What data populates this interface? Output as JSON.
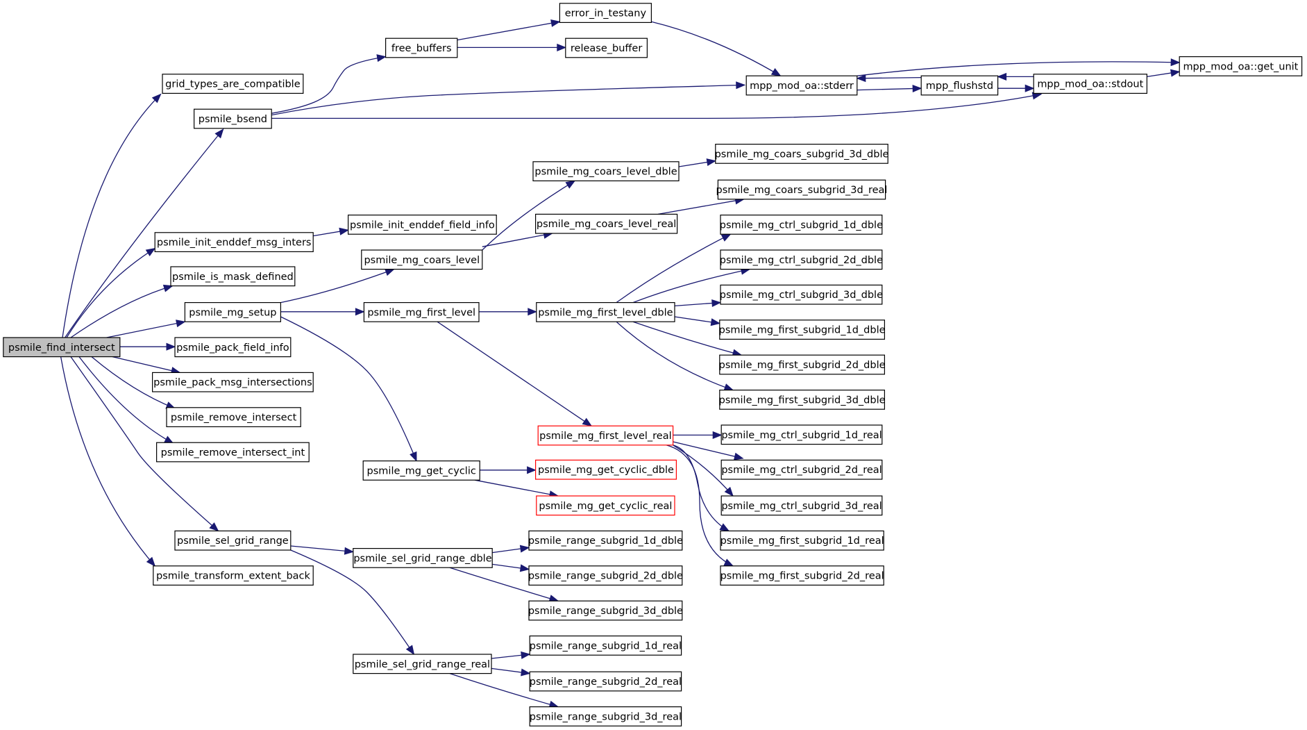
{
  "graph": {
    "colors": {
      "edge": "#191970",
      "root_fill": "#bfbfbf",
      "border": "#000000",
      "unresolved_border": "#ff0000",
      "background": "#ffffff"
    },
    "nodes": {
      "find_intersect": {
        "label": "psmile_find_intersect",
        "root": true
      },
      "grid_types": {
        "label": "grid_types_are_compatible"
      },
      "bsend": {
        "label": "psmile_bsend"
      },
      "free_buffers": {
        "label": "free_buffers"
      },
      "error_in_testany": {
        "label": "error_in_testany"
      },
      "release_buffer": {
        "label": "release_buffer"
      },
      "stderr": {
        "label": "mpp_mod_oa::stderr"
      },
      "flushstd": {
        "label": "mpp_flushstd"
      },
      "stdout": {
        "label": "mpp_mod_oa::stdout"
      },
      "get_unit": {
        "label": "mpp_mod_oa::get_unit"
      },
      "init_enddef_msg": {
        "label": "psmile_init_enddef_msg_inters"
      },
      "init_enddef_field": {
        "label": "psmile_init_enddef_field_info"
      },
      "is_mask_defined": {
        "label": "psmile_is_mask_defined"
      },
      "mg_setup": {
        "label": "psmile_mg_setup"
      },
      "pack_field_info": {
        "label": "psmile_pack_field_info"
      },
      "pack_msg_inter": {
        "label": "psmile_pack_msg_intersections"
      },
      "remove_intersect": {
        "label": "psmile_remove_intersect"
      },
      "remove_intersect_int": {
        "label": "psmile_remove_intersect_int"
      },
      "sel_grid_range": {
        "label": "psmile_sel_grid_range"
      },
      "transform_extent_back": {
        "label": "psmile_transform_extent_back"
      },
      "mg_coars_level": {
        "label": "psmile_mg_coars_level"
      },
      "mg_coars_level_dble": {
        "label": "psmile_mg_coars_level_dble"
      },
      "mg_coars_level_real": {
        "label": "psmile_mg_coars_level_real"
      },
      "mg_coars_subgrid_3d_dble": {
        "label": "psmile_mg_coars_subgrid_3d_dble"
      },
      "mg_coars_subgrid_3d_real": {
        "label": "psmile_mg_coars_subgrid_3d_real"
      },
      "mg_first_level": {
        "label": "psmile_mg_first_level"
      },
      "mg_first_level_dble": {
        "label": "psmile_mg_first_level_dble"
      },
      "mg_first_level_real": {
        "label": "psmile_mg_first_level_real",
        "unresolved": true
      },
      "mg_ctrl_subgrid_1d_dble": {
        "label": "psmile_mg_ctrl_subgrid_1d_dble"
      },
      "mg_ctrl_subgrid_2d_dble": {
        "label": "psmile_mg_ctrl_subgrid_2d_dble"
      },
      "mg_ctrl_subgrid_3d_dble": {
        "label": "psmile_mg_ctrl_subgrid_3d_dble"
      },
      "mg_first_subgrid_1d_dble": {
        "label": "psmile_mg_first_subgrid_1d_dble"
      },
      "mg_first_subgrid_2d_dble": {
        "label": "psmile_mg_first_subgrid_2d_dble"
      },
      "mg_first_subgrid_3d_dble": {
        "label": "psmile_mg_first_subgrid_3d_dble"
      },
      "mg_ctrl_subgrid_1d_real": {
        "label": "psmile_mg_ctrl_subgrid_1d_real"
      },
      "mg_ctrl_subgrid_2d_real": {
        "label": "psmile_mg_ctrl_subgrid_2d_real"
      },
      "mg_ctrl_subgrid_3d_real": {
        "label": "psmile_mg_ctrl_subgrid_3d_real"
      },
      "mg_first_subgrid_1d_real": {
        "label": "psmile_mg_first_subgrid_1d_real"
      },
      "mg_first_subgrid_2d_real": {
        "label": "psmile_mg_first_subgrid_2d_real"
      },
      "mg_get_cyclic": {
        "label": "psmile_mg_get_cyclic"
      },
      "mg_get_cyclic_dble": {
        "label": "psmile_mg_get_cyclic_dble",
        "unresolved": true
      },
      "mg_get_cyclic_real": {
        "label": "psmile_mg_get_cyclic_real",
        "unresolved": true
      },
      "sel_grid_range_dble": {
        "label": "psmile_sel_grid_range_dble"
      },
      "sel_grid_range_real": {
        "label": "psmile_sel_grid_range_real"
      },
      "range_subgrid_1d_dble": {
        "label": "psmile_range_subgrid_1d_dble"
      },
      "range_subgrid_2d_dble": {
        "label": "psmile_range_subgrid_2d_dble"
      },
      "range_subgrid_3d_dble": {
        "label": "psmile_range_subgrid_3d_dble"
      },
      "range_subgrid_1d_real": {
        "label": "psmile_range_subgrid_1d_real"
      },
      "range_subgrid_2d_real": {
        "label": "psmile_range_subgrid_2d_real"
      },
      "range_subgrid_3d_real": {
        "label": "psmile_range_subgrid_3d_real"
      }
    },
    "edges": [
      [
        "find_intersect",
        "grid_types"
      ],
      [
        "find_intersect",
        "bsend"
      ],
      [
        "find_intersect",
        "init_enddef_msg"
      ],
      [
        "find_intersect",
        "is_mask_defined"
      ],
      [
        "find_intersect",
        "mg_setup"
      ],
      [
        "find_intersect",
        "pack_field_info"
      ],
      [
        "find_intersect",
        "pack_msg_inter"
      ],
      [
        "find_intersect",
        "remove_intersect"
      ],
      [
        "find_intersect",
        "remove_intersect_int"
      ],
      [
        "find_intersect",
        "sel_grid_range"
      ],
      [
        "find_intersect",
        "transform_extent_back"
      ],
      [
        "bsend",
        "free_buffers"
      ],
      [
        "bsend",
        "stderr"
      ],
      [
        "bsend",
        "stdout"
      ],
      [
        "free_buffers",
        "error_in_testany"
      ],
      [
        "free_buffers",
        "release_buffer"
      ],
      [
        "error_in_testany",
        "stderr"
      ],
      [
        "stderr",
        "get_unit"
      ],
      [
        "stderr",
        "flushstd"
      ],
      [
        "flushstd",
        "stderr"
      ],
      [
        "flushstd",
        "stdout"
      ],
      [
        "stdout",
        "flushstd"
      ],
      [
        "stdout",
        "get_unit"
      ],
      [
        "init_enddef_msg",
        "init_enddef_field"
      ],
      [
        "mg_setup",
        "mg_coars_level"
      ],
      [
        "mg_setup",
        "mg_first_level"
      ],
      [
        "mg_setup",
        "mg_get_cyclic"
      ],
      [
        "mg_coars_level",
        "mg_coars_level_dble"
      ],
      [
        "mg_coars_level",
        "mg_coars_level_real"
      ],
      [
        "mg_coars_level_dble",
        "mg_coars_subgrid_3d_dble"
      ],
      [
        "mg_coars_level_real",
        "mg_coars_subgrid_3d_real"
      ],
      [
        "mg_first_level",
        "mg_first_level_dble"
      ],
      [
        "mg_first_level",
        "mg_first_level_real"
      ],
      [
        "mg_first_level_dble",
        "mg_ctrl_subgrid_1d_dble"
      ],
      [
        "mg_first_level_dble",
        "mg_ctrl_subgrid_2d_dble"
      ],
      [
        "mg_first_level_dble",
        "mg_ctrl_subgrid_3d_dble"
      ],
      [
        "mg_first_level_dble",
        "mg_first_subgrid_1d_dble"
      ],
      [
        "mg_first_level_dble",
        "mg_first_subgrid_2d_dble"
      ],
      [
        "mg_first_level_dble",
        "mg_first_subgrid_3d_dble"
      ],
      [
        "mg_first_level_real",
        "mg_ctrl_subgrid_1d_real"
      ],
      [
        "mg_first_level_real",
        "mg_ctrl_subgrid_2d_real"
      ],
      [
        "mg_first_level_real",
        "mg_ctrl_subgrid_3d_real"
      ],
      [
        "mg_first_level_real",
        "mg_first_subgrid_1d_real"
      ],
      [
        "mg_first_level_real",
        "mg_first_subgrid_2d_real"
      ],
      [
        "mg_get_cyclic",
        "mg_get_cyclic_dble"
      ],
      [
        "mg_get_cyclic",
        "mg_get_cyclic_real"
      ],
      [
        "sel_grid_range",
        "sel_grid_range_dble"
      ],
      [
        "sel_grid_range",
        "sel_grid_range_real"
      ],
      [
        "sel_grid_range_dble",
        "range_subgrid_1d_dble"
      ],
      [
        "sel_grid_range_dble",
        "range_subgrid_2d_dble"
      ],
      [
        "sel_grid_range_dble",
        "range_subgrid_3d_dble"
      ],
      [
        "sel_grid_range_real",
        "range_subgrid_1d_real"
      ],
      [
        "sel_grid_range_real",
        "range_subgrid_2d_real"
      ],
      [
        "sel_grid_range_real",
        "range_subgrid_3d_real"
      ]
    ]
  }
}
